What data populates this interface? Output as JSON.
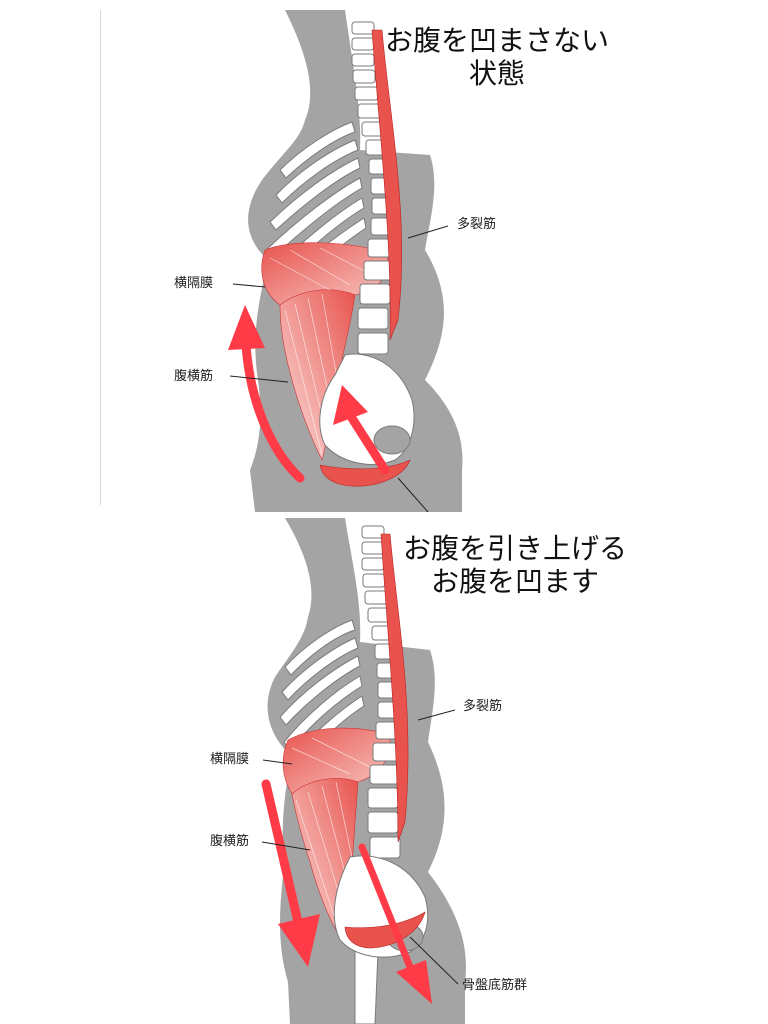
{
  "colors": {
    "silhouette": "#a4a4a4",
    "muscle": "#e8534e",
    "muscle_light": "#f7c9c4",
    "bone": "#ffffff",
    "bone_stroke": "#7a7a7a",
    "arrow": "#ff3b47",
    "leader": "#222222"
  },
  "panels": [
    {
      "title_lines": [
        "お腹を凹まさない",
        "状態"
      ],
      "labels": {
        "multifidus": "多裂筋",
        "diaphragm": "横隔膜",
        "transversus": "腹横筋"
      }
    },
    {
      "title_lines": [
        "お腹を引き上げる",
        "お腹を凹ます"
      ],
      "labels": {
        "multifidus": "多裂筋",
        "diaphragm": "横隔膜",
        "transversus": "腹横筋",
        "pelvic_floor": "骨盤底筋群"
      }
    }
  ]
}
